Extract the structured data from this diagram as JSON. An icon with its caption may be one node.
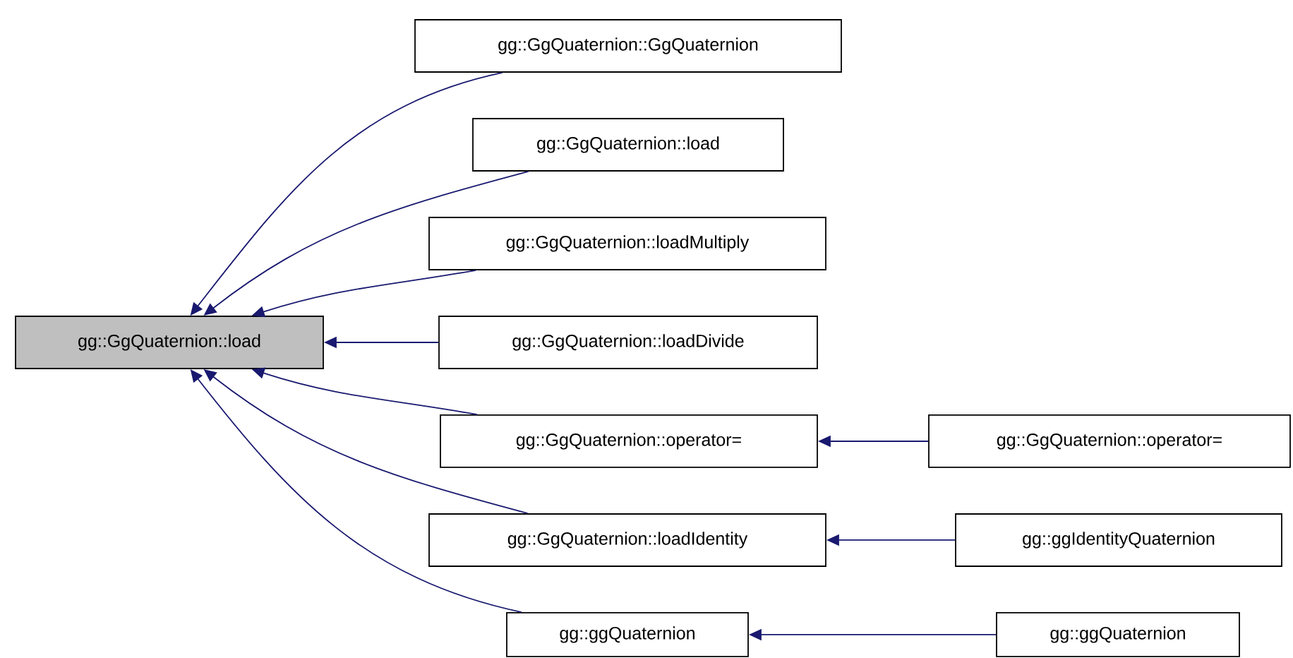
{
  "diagram": {
    "nodes": [
      {
        "text": [
          "gg::GgQuaternion::load"
        ]
      },
      {
        "text": [
          "gg::GgQuaternion::GgQuaternion"
        ]
      },
      {
        "text": [
          "gg::GgQuaternion::load"
        ]
      },
      {
        "text": [
          "gg::GgQuaternion::loadMultiply"
        ]
      },
      {
        "text": [
          "gg::GgQuaternion::loadDivide"
        ]
      },
      {
        "text": [
          "gg::GgQuaternion::operator="
        ]
      },
      {
        "text": [
          "gg::GgQuaternion::operator="
        ]
      },
      {
        "text": [
          "gg::GgQuaternion::loadIdentity"
        ]
      },
      {
        "text": [
          "gg::ggIdentityQuaternion"
        ]
      },
      {
        "text": [
          "gg::ggQuaternion"
        ]
      },
      {
        "text": [
          "gg::ggQuaternion"
        ]
      }
    ],
    "edges": [
      {
        "from": 1,
        "to": 0,
        "arrow": "to"
      },
      {
        "from": 2,
        "to": 0,
        "arrow": "to"
      },
      {
        "from": 3,
        "to": 0,
        "arrow": "to"
      },
      {
        "from": 4,
        "to": 0,
        "arrow": "to"
      },
      {
        "from": 5,
        "to": 0,
        "arrow": "to"
      },
      {
        "from": 6,
        "to": 5,
        "arrow": "to"
      },
      {
        "from": 7,
        "to": 0,
        "arrow": "to"
      },
      {
        "from": 8,
        "to": 7,
        "arrow": "to"
      },
      {
        "from": 9,
        "to": 0,
        "arrow": "to"
      },
      {
        "from": 10,
        "to": 9,
        "arrow": "to"
      }
    ]
  }
}
